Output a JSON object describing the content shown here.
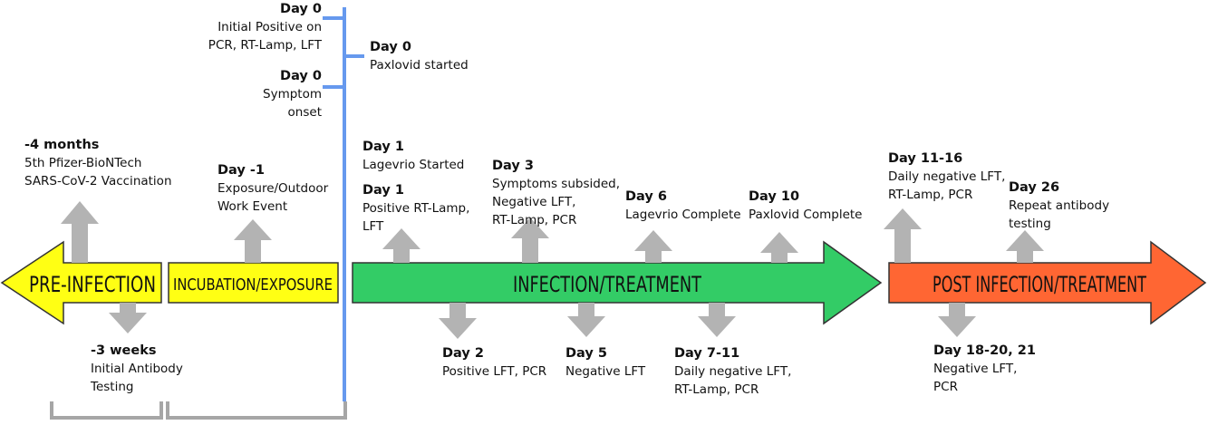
{
  "phases": [
    {
      "id": "pre-infection",
      "label": "PRE-INFECTION",
      "color": "#ffff14"
    },
    {
      "id": "incubation",
      "label": "INCUBATION/EXPOSURE",
      "color": "#ffff14"
    },
    {
      "id": "infection",
      "label": "INFECTION/TREATMENT",
      "color": "#33cc66"
    },
    {
      "id": "post",
      "label": "POST INFECTION/TREATMENT",
      "color": "#ff6633"
    }
  ],
  "events": [
    {
      "id": "e1",
      "day": "-4 months",
      "desc": "5th Pfizer-BioNTech\nSARS-CoV-2 Vaccination"
    },
    {
      "id": "e2",
      "day": "-3 weeks",
      "desc": "Initial Antibody\nTesting"
    },
    {
      "id": "e3",
      "day": "Day -1",
      "desc": "Exposure/Outdoor\nWork Event"
    },
    {
      "id": "e4",
      "day": "Day 0",
      "desc": "Initial Positive on\nPCR, RT-Lamp, LFT"
    },
    {
      "id": "e5",
      "day": "Day 0",
      "desc": "Symptom\nonset"
    },
    {
      "id": "e6",
      "day": "Day 0",
      "desc": "Paxlovid started"
    },
    {
      "id": "e7",
      "day": "Day 1",
      "desc": "Lagevrio Started"
    },
    {
      "id": "e8",
      "day": "Day 1",
      "desc": "Positive RT-Lamp,\nLFT"
    },
    {
      "id": "e9",
      "day": "Day 2",
      "desc": "Positive LFT, PCR"
    },
    {
      "id": "e10",
      "day": "Day 3",
      "desc": "Symptoms subsided,\nNegative LFT,\nRT-Lamp, PCR"
    },
    {
      "id": "e11",
      "day": "Day 5",
      "desc": "Negative LFT"
    },
    {
      "id": "e12",
      "day": "Day 6",
      "desc": "Lagevrio Complete"
    },
    {
      "id": "e13",
      "day": "Day 7-11",
      "desc": "Daily negative LFT,\nRT-Lamp, PCR"
    },
    {
      "id": "e14",
      "day": "Day 10",
      "desc": "Paxlovid Complete"
    },
    {
      "id": "e15",
      "day": "Day 11-16",
      "desc": "Daily negative LFT,\nRT-Lamp, PCR"
    },
    {
      "id": "e16",
      "day": "Day 18-20, 21",
      "desc": "Negative LFT,\nPCR"
    },
    {
      "id": "e17",
      "day": "Day 26",
      "desc": "Repeat antibody\ntesting"
    }
  ],
  "colors": {
    "connector_arrow": "#b3b3b3",
    "bracket": "#a6a6a6",
    "day0_line": "#6699ee",
    "outline": "#333333"
  }
}
